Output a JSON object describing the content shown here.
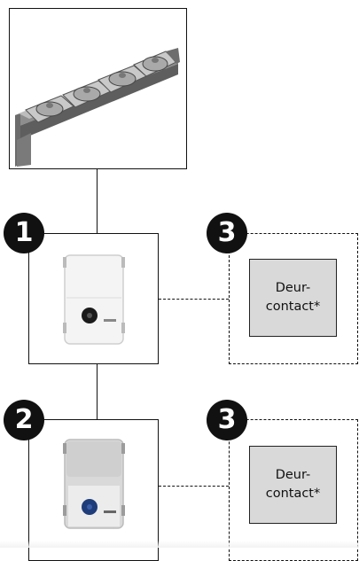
{
  "fan_system_image": {
    "icon": "fan-rail-icon"
  },
  "units": [
    {
      "badge": "1",
      "device_icon": "fan-speed-controller-white-icon"
    },
    {
      "badge": "2",
      "device_icon": "fan-speed-controller-grey-icon"
    }
  ],
  "options": [
    {
      "badge": "3",
      "label_line1": "Deur-",
      "label_line2": "contact*"
    },
    {
      "badge": "3",
      "label_line1": "Deur-",
      "label_line2": "contact*"
    }
  ],
  "colors": {
    "line": "#111111",
    "contact_fill": "#d9d9d9",
    "badge_fill": "#111111",
    "badge_text": "#ffffff"
  }
}
